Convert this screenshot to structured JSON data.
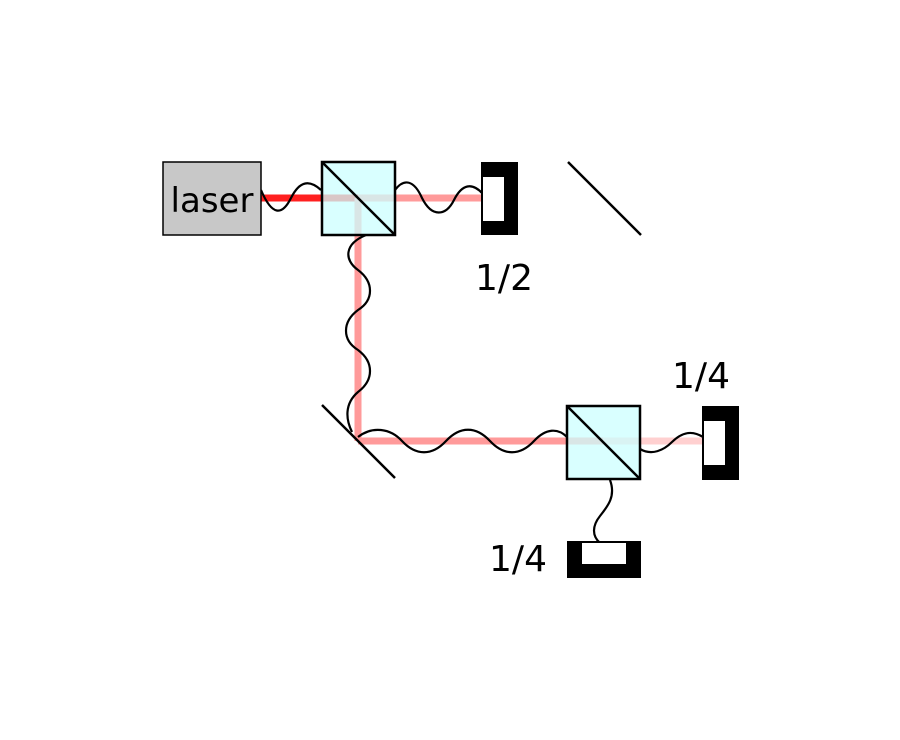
{
  "labels": {
    "source": "laser",
    "detector_top": "1/2",
    "detector_right": "1/4",
    "detector_bottom": "1/4"
  },
  "colors": {
    "beam_full": "#ff2020",
    "beam_attenuated": "#ff9a9a",
    "beam_weak": "#ffd0d0",
    "source_fill": "#c8c8c8",
    "splitter_fill": "#ccffff",
    "detector": "#000000"
  }
}
